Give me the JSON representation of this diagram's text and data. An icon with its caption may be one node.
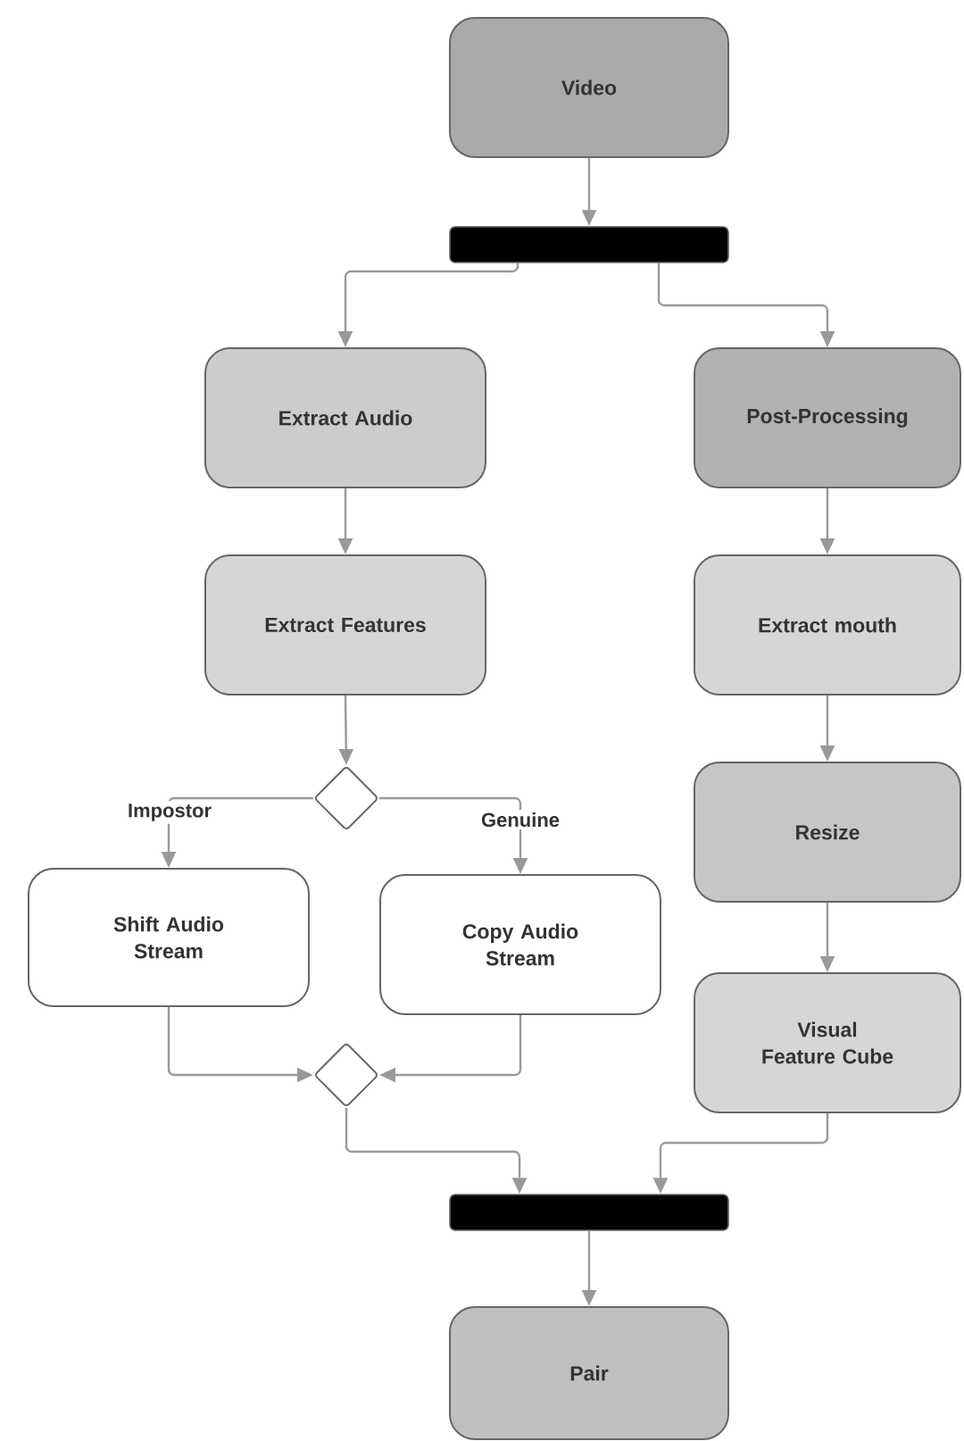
{
  "diagram": {
    "nodes": [
      {
        "text": [
          "Video"
        ]
      },
      {
        "text": [],
        "shape": "bar"
      },
      {
        "text": [
          "Extract Audio"
        ]
      },
      {
        "text": [
          "Post-Processing"
        ]
      },
      {
        "text": [
          "Extract Features"
        ]
      },
      {
        "text": [
          "Extract mouth"
        ]
      },
      {
        "text": [],
        "shape": "diamond"
      },
      {
        "text": [
          "Shift Audio Stream"
        ]
      },
      {
        "text": [
          "Copy Audio Stream"
        ]
      },
      {
        "text": [
          "Resize"
        ]
      },
      {
        "text": [
          "Visual Feature Cube"
        ]
      },
      {
        "text": [],
        "shape": "diamond"
      },
      {
        "text": [],
        "shape": "bar"
      },
      {
        "text": [
          "Pair"
        ]
      }
    ],
    "edges": [
      {
        "from": 0,
        "to": 1,
        "arrow": "to"
      },
      {
        "from": 1,
        "to": 2,
        "arrow": "to"
      },
      {
        "from": 1,
        "to": 3,
        "arrow": "to"
      },
      {
        "from": 2,
        "to": 4,
        "arrow": "to"
      },
      {
        "from": 3,
        "to": 5,
        "arrow": "to"
      },
      {
        "from": 4,
        "to": 6,
        "arrow": "to"
      },
      {
        "from": 6,
        "to": 7,
        "arrow": "to",
        "label": "Impostor"
      },
      {
        "from": 6,
        "to": 8,
        "arrow": "to",
        "label": "Genuine"
      },
      {
        "from": 5,
        "to": 9,
        "arrow": "to"
      },
      {
        "from": 9,
        "to": 10,
        "arrow": "to"
      },
      {
        "from": 7,
        "to": 11,
        "arrow": "to"
      },
      {
        "from": 8,
        "to": 11,
        "arrow": "to"
      },
      {
        "from": 11,
        "to": 12,
        "arrow": "to"
      },
      {
        "from": 10,
        "to": 12,
        "arrow": "to"
      },
      {
        "from": 12,
        "to": 13,
        "arrow": "to"
      }
    ]
  }
}
